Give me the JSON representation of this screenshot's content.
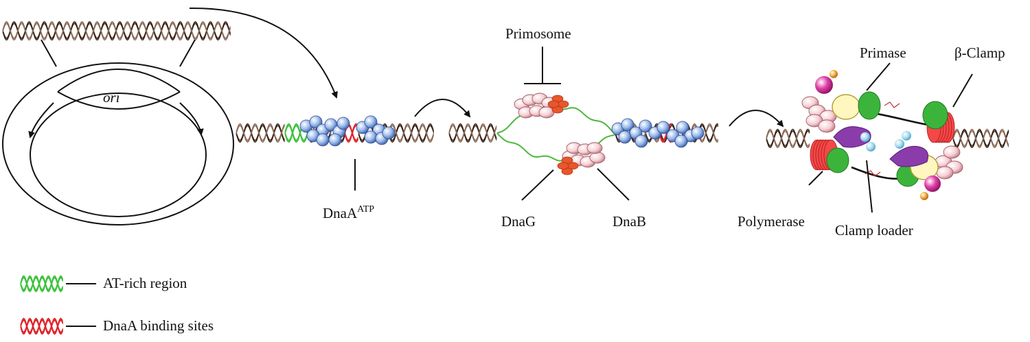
{
  "labels": {
    "ori": "ori",
    "primosome": "Primosome",
    "dnaa": "DnaA",
    "dnaa_sup": "ATP",
    "dnag": "DnaG",
    "dnab": "DnaB",
    "primase": "Primase",
    "beta_clamp": "β-Clamp",
    "polymerase": "Polymerase",
    "clamp_loader": "Clamp loader"
  },
  "legend": {
    "at_rich": "AT-rich region",
    "dnaa_sites": "DnaA binding sites"
  },
  "colors": {
    "at_rich": "#3cc23c",
    "dnaa_sites": "#e0242a",
    "dnaa_protein": "#8fb4e8",
    "helicase": "#f4c6cc",
    "primase_orange": "#e8562c",
    "clamp_green": "#3cb43c",
    "clamp_loader_purple": "#8a3caa",
    "primase_yellow": "#fff6c0"
  }
}
